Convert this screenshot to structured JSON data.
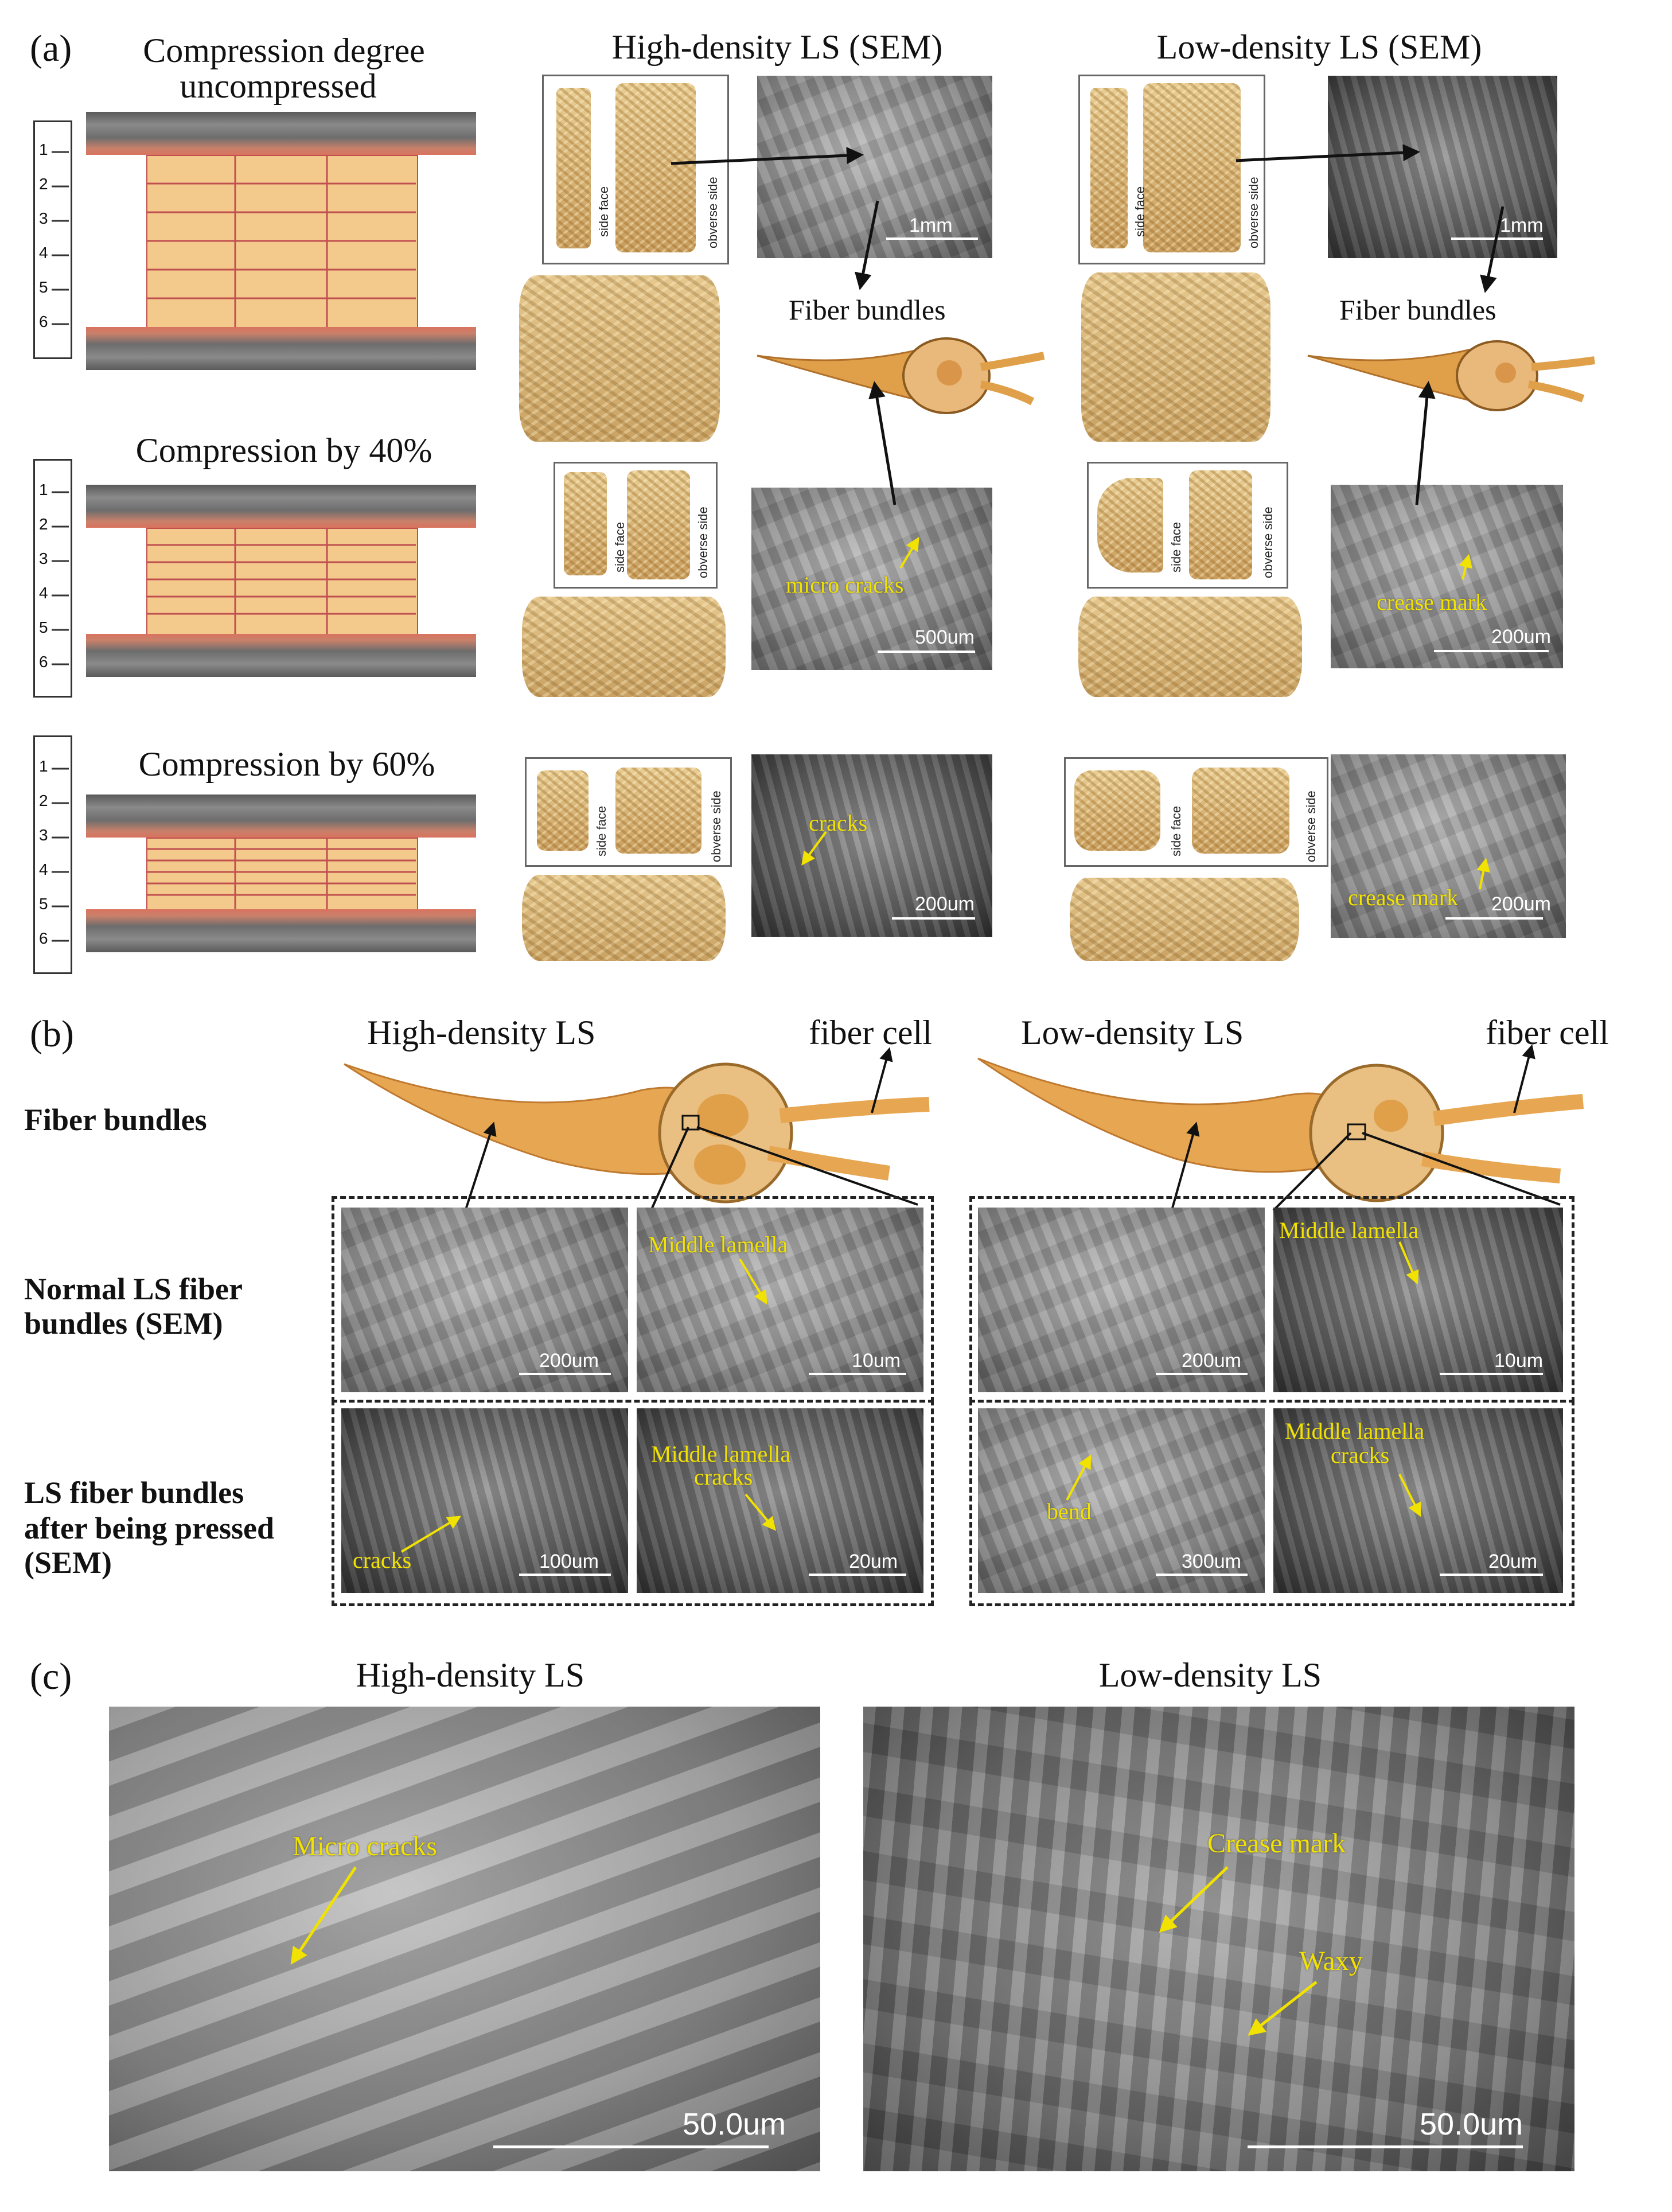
{
  "panel_a": {
    "label": "(a)",
    "header_high": "High-density LS (SEM)",
    "header_low": "Low-density LS (SEM)",
    "row1": {
      "title_line1": "Compression degree",
      "title_line2": "uncompressed"
    },
    "row2": {
      "title": "Compression by 40%"
    },
    "row3": {
      "title": "Compression by 60%"
    },
    "ruler_numbers": [
      "1",
      "2",
      "3",
      "4",
      "5",
      "6"
    ],
    "inset_side_face": "side face",
    "inset_obverse_side": "obverse side",
    "fiber_bundles_high": "Fiber bundles",
    "fiber_bundles_low": "Fiber bundles",
    "annotations": {
      "micro_cracks": "micro cracks",
      "crease_mark_1": "crease mark",
      "cracks": "cracks",
      "crease_mark_2": "crease mark"
    },
    "scalebars": {
      "high_r1": "1mm",
      "low_r1": "1mm",
      "high_r2": "500um",
      "low_r2": "200um",
      "high_r3": "200um",
      "low_r3": "200um"
    }
  },
  "panel_b": {
    "label": "(b)",
    "high_title": "High-density LS",
    "low_title": "Low-density LS",
    "fiber_cell_high": "fiber cell",
    "fiber_cell_low": "fiber cell",
    "row_fiber_bundles": "Fiber bundles",
    "row_normal_line1": "Normal LS fiber",
    "row_normal_line2": "bundles (SEM)",
    "row_pressed_line1": "LS fiber bundles",
    "row_pressed_line2": "after being pressed",
    "row_pressed_line3": "(SEM)",
    "annotations": {
      "middle_lamella_high": "Middle lamella",
      "middle_lamella_low": "Middle lamella",
      "cracks_high": "cracks",
      "ml_cracks_high_1": "Middle lamella",
      "ml_cracks_high_2": "cracks",
      "bend_low": "bend",
      "ml_cracks_low_1": "Middle lamella",
      "ml_cracks_low_2": "cracks"
    },
    "scalebars": {
      "high_normal_left": "200um",
      "high_normal_right": "10um",
      "low_normal_left": "200um",
      "low_normal_right": "10um",
      "high_pressed_left": "100um",
      "high_pressed_right": "20um",
      "low_pressed_left": "300um",
      "low_pressed_right": "20um"
    }
  },
  "panel_c": {
    "label": "(c)",
    "high_title": "High-density LS",
    "low_title": "Low-density LS",
    "annotations": {
      "micro_cracks": "Micro cracks",
      "crease_mark": "Crease mark",
      "waxy": "Waxy"
    },
    "scalebars": {
      "high": "50.0um",
      "low": "50.0um"
    }
  },
  "colors": {
    "annotation_yellow": "#f2e200",
    "fiber_brown": "#e0a04a",
    "block_tan": "#f3c98c",
    "block_line_red": "#c05050"
  }
}
